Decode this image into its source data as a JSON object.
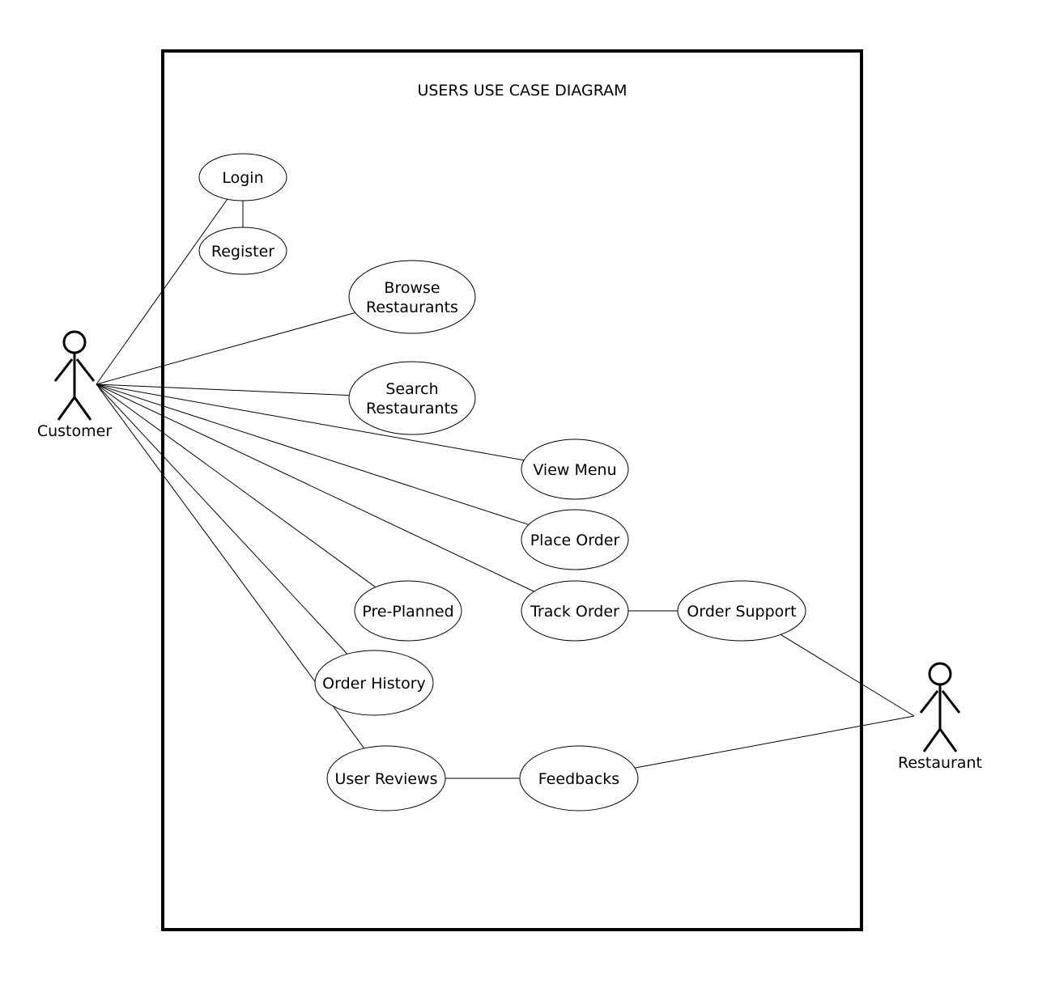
{
  "title": "USERS USE CASE DIAGRAM",
  "actors": {
    "customer": "Customer",
    "restaurant": "Restaurant"
  },
  "use_cases": {
    "login": [
      "Login"
    ],
    "register": [
      "Register"
    ],
    "browse_restaurants": [
      "Browse",
      "Restaurants"
    ],
    "search_restaurants": [
      "Search",
      "Restaurants"
    ],
    "view_menu": [
      "View Menu"
    ],
    "place_order": [
      "Place Order"
    ],
    "pre_planned": [
      "Pre-Planned"
    ],
    "track_order": [
      "Track Order"
    ],
    "order_support": [
      "Order Support"
    ],
    "order_history": [
      "Order History"
    ],
    "user_reviews": [
      "User Reviews"
    ],
    "feedbacks": [
      "Feedbacks"
    ]
  },
  "associations": [
    [
      "customer",
      "login"
    ],
    [
      "customer",
      "browse_restaurants"
    ],
    [
      "customer",
      "search_restaurants"
    ],
    [
      "customer",
      "view_menu"
    ],
    [
      "customer",
      "place_order"
    ],
    [
      "customer",
      "track_order"
    ],
    [
      "customer",
      "pre_planned"
    ],
    [
      "customer",
      "order_history"
    ],
    [
      "customer",
      "user_reviews"
    ],
    [
      "login",
      "register"
    ],
    [
      "track_order",
      "order_support"
    ],
    [
      "user_reviews",
      "feedbacks"
    ],
    [
      "order_support",
      "restaurant"
    ],
    [
      "feedbacks",
      "restaurant"
    ]
  ]
}
